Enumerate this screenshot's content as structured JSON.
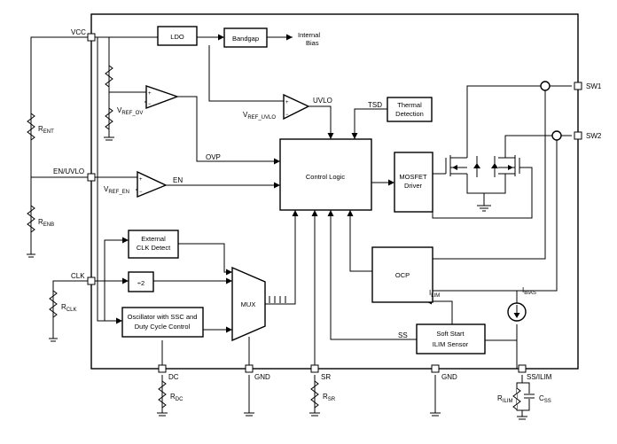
{
  "pins": {
    "vcc": "VCC",
    "en_uvlo": "EN/UVLO",
    "clk": "CLK",
    "dc": "DC",
    "gnd": "GND",
    "sr": "SR",
    "gnd2": "GND",
    "ss_ilim": "SS/ILIM",
    "sw1": "SW1",
    "sw2": "SW2"
  },
  "blocks": {
    "ldo": "LDO",
    "bandgap": "Bandgap",
    "internal_bias": [
      "Internal",
      "Bias"
    ],
    "thermal": [
      "Thermal",
      "Detection"
    ],
    "control_logic": "Control Logic",
    "mosfet_driver": [
      "MOSFET",
      "Driver"
    ],
    "ext_clk": [
      "External",
      "CLK Detect"
    ],
    "div2": "÷2",
    "oscillator": [
      "Oscillator with SSC and",
      "Duty Cycle Control"
    ],
    "mux": "MUX",
    "ocp": "OCP",
    "soft_start": [
      "Soft Start",
      "ILIM Sensor"
    ]
  },
  "signals": {
    "uvlo": "UVLO",
    "tsd": "TSD",
    "ovp": "OVP",
    "en": "EN",
    "ss": "SS",
    "ilim": {
      "main": "I",
      "sub": "LIM"
    },
    "ibias": {
      "main": "I",
      "sub": "BIAS"
    }
  },
  "refs": {
    "vref_ov": {
      "main": "V",
      "sub": "REF_OV"
    },
    "vref_uvlo": {
      "main": "V",
      "sub": "REF_UVLO"
    },
    "vref_en": {
      "main": "V",
      "sub": "REF_EN"
    }
  },
  "components": {
    "rent": {
      "main": "R",
      "sub": "ENT"
    },
    "renb": {
      "main": "R",
      "sub": "ENB"
    },
    "rclk": {
      "main": "R",
      "sub": "CLK"
    },
    "rdc": {
      "main": "R",
      "sub": "DC"
    },
    "rsr": {
      "main": "R",
      "sub": "SR"
    },
    "rilim": {
      "main": "R",
      "sub": "ILIM"
    },
    "css": {
      "main": "C",
      "sub": "SS"
    }
  },
  "comparator_signs": {
    "plus": "+",
    "minus": "−"
  }
}
